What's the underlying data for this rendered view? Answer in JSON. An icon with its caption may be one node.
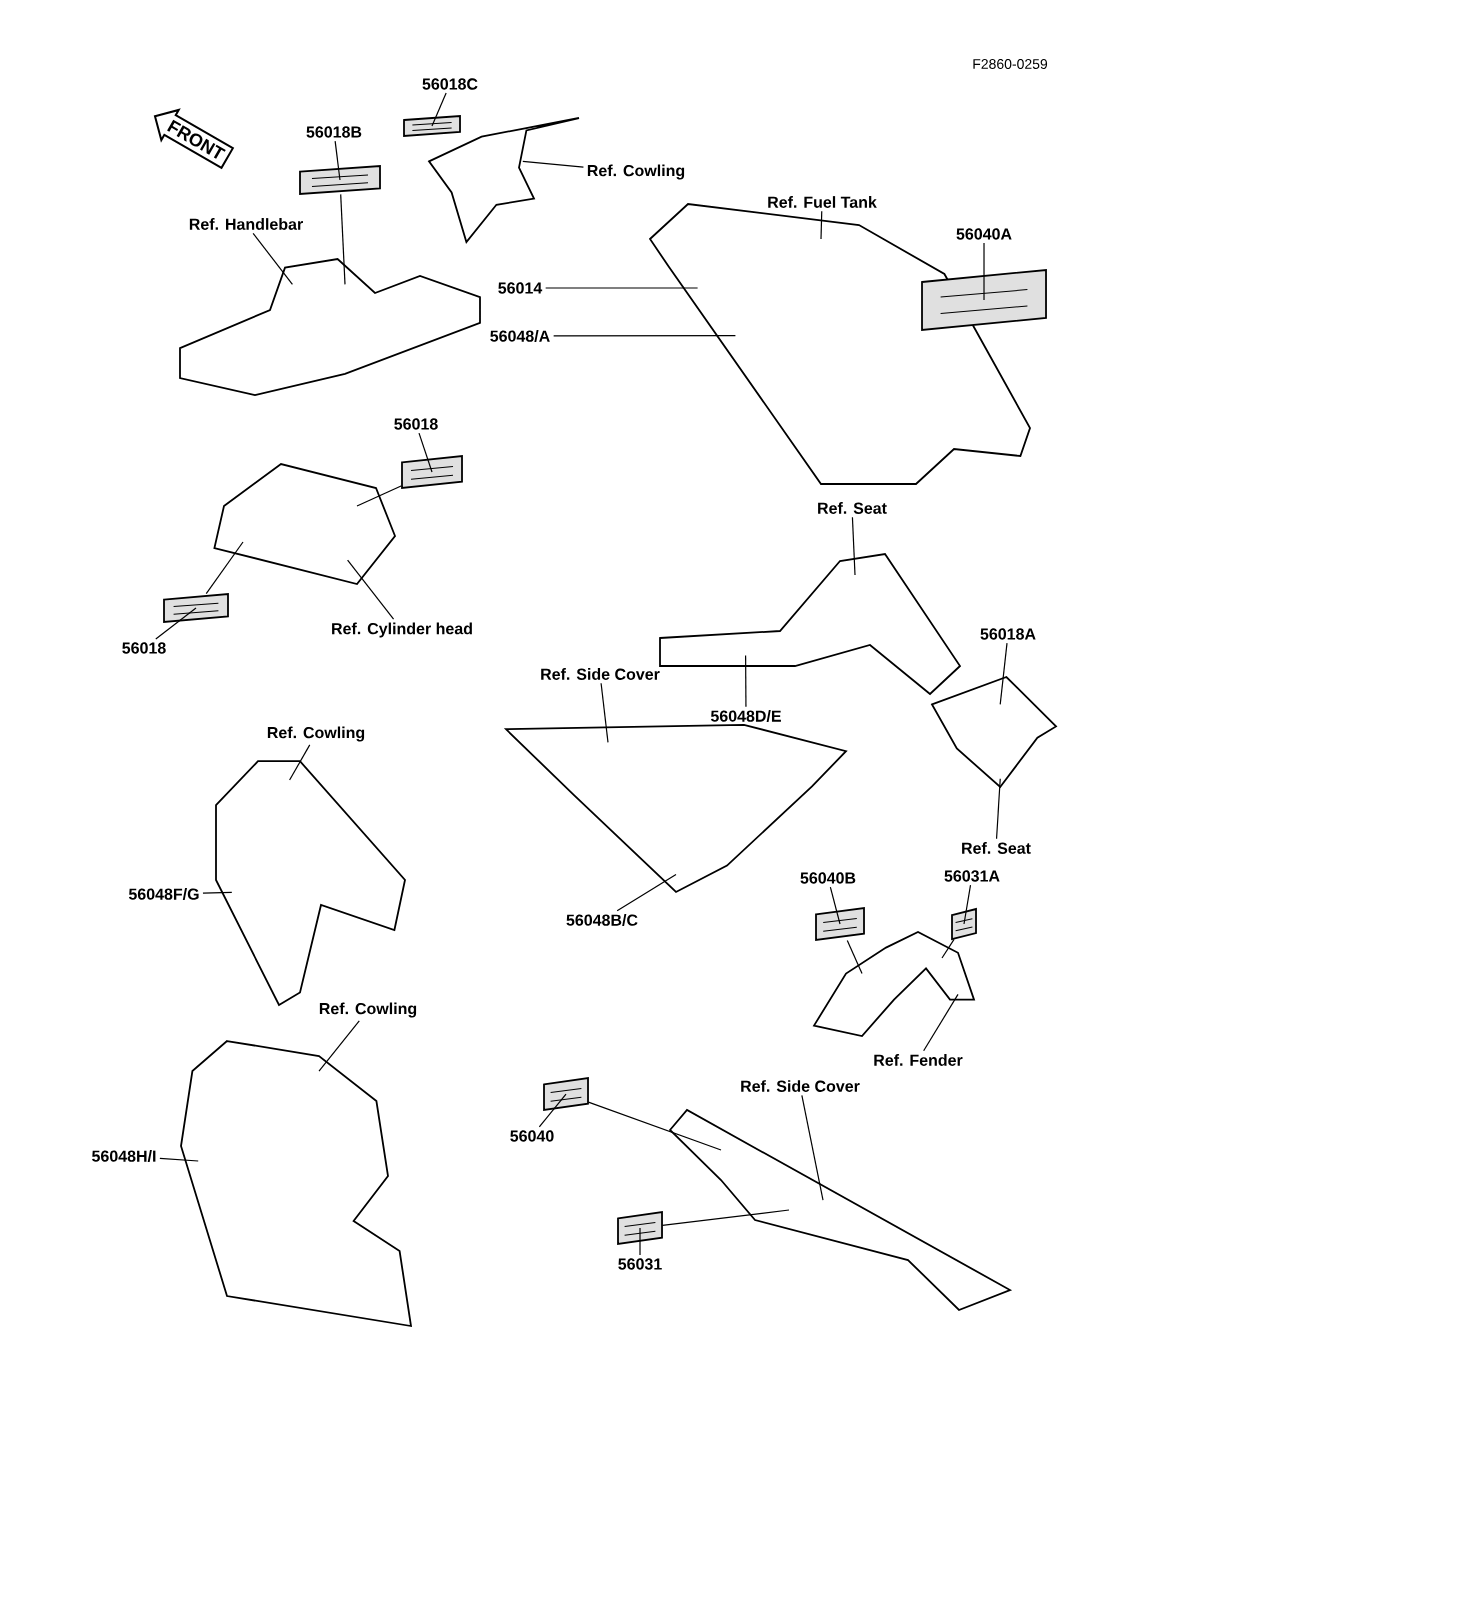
{
  "diagram": {
    "nodes": [
      {
        "text": [
          "FRONT"
        ]
      },
      {
        "text": [
          "56018C"
        ]
      },
      {
        "text": [
          "56018B"
        ]
      },
      {
        "text": [
          "Ref. Cowling"
        ]
      },
      {
        "text": [
          "Ref. Handlebar"
        ]
      },
      {
        "text": [
          "56014"
        ]
      },
      {
        "text": [
          "56048/A"
        ]
      },
      {
        "text": [
          "Ref. Fuel Tank"
        ]
      },
      {
        "text": [
          "56040A"
        ]
      },
      {
        "text": [
          "56018"
        ]
      },
      {
        "text": [
          "56018"
        ]
      },
      {
        "text": [
          "Ref. Cylinder head"
        ]
      },
      {
        "text": [
          "Ref. Seat"
        ]
      },
      {
        "text": [
          "56048D/E"
        ]
      },
      {
        "text": [
          "56018A"
        ]
      },
      {
        "text": [
          "Ref. Side Cover"
        ]
      },
      {
        "text": [
          "Ref. Cowling"
        ]
      },
      {
        "text": [
          "56048F/G"
        ]
      },
      {
        "text": [
          "56048B/C"
        ]
      },
      {
        "text": [
          "Ref. Seat"
        ]
      },
      {
        "text": [
          "56040B"
        ]
      },
      {
        "text": [
          "56031A"
        ]
      },
      {
        "text": [
          "Ref. Fender"
        ]
      },
      {
        "text": [
          "Ref. Cowling"
        ]
      },
      {
        "text": [
          "56048H/I"
        ]
      },
      {
        "text": [
          "Ref. Side Cover"
        ]
      },
      {
        "text": [
          "56040"
        ]
      },
      {
        "text": [
          "56031"
        ]
      },
      {
        "text": [],
        "shape": "picture"
      },
      {
        "text": [],
        "shape": "picture"
      },
      {
        "text": [],
        "shape": "picture"
      },
      {
        "text": [],
        "shape": "picture"
      },
      {
        "text": [],
        "shape": "picture"
      },
      {
        "text": [],
        "shape": "picture"
      },
      {
        "text": [],
        "shape": "picture"
      },
      {
        "text": [],
        "shape": "picture"
      },
      {
        "text": [],
        "shape": "picture"
      },
      {
        "text": [],
        "shape": "picture"
      },
      {
        "text": [],
        "shape": "picture"
      },
      {
        "text": [],
        "shape": "picture"
      },
      {
        "text": [],
        "shape": "picture"
      },
      {
        "text": [],
        "shape": "picture"
      },
      {
        "text": [],
        "shape": "picture"
      },
      {
        "text": [],
        "shape": "picture"
      },
      {
        "text": [],
        "shape": "picture"
      },
      {
        "text": [],
        "shape": "picture"
      },
      {
        "text": [],
        "shape": "picture"
      },
      {
        "text": [],
        "shape": "picture"
      }
    ],
    "edges": [
      {
        "from": 1,
        "to": 30,
        "arrow": "none"
      },
      {
        "from": 2,
        "to": 29,
        "arrow": "none"
      },
      {
        "from": 3,
        "to": 31,
        "arrow": "none"
      },
      {
        "from": 4,
        "to": 28,
        "arrow": "none"
      },
      {
        "from": 5,
        "to": 32,
        "arrow": "none"
      },
      {
        "from": 6,
        "to": 32,
        "arrow": "none"
      },
      {
        "from": 7,
        "to": 32,
        "arrow": "none"
      },
      {
        "from": 8,
        "to": 33,
        "arrow": "none"
      },
      {
        "from": 9,
        "to": 34,
        "arrow": "none"
      },
      {
        "from": 10,
        "to": 36,
        "arrow": "none"
      },
      {
        "from": 11,
        "to": 35,
        "arrow": "none"
      },
      {
        "from": 12,
        "to": 37,
        "arrow": "none"
      },
      {
        "from": 13,
        "to": 37,
        "arrow": "none"
      },
      {
        "from": 14,
        "to": 38,
        "arrow": "none"
      },
      {
        "from": 15,
        "to": 39,
        "arrow": "none"
      },
      {
        "from": 16,
        "to": 40,
        "arrow": "none"
      },
      {
        "from": 17,
        "to": 40,
        "arrow": "none"
      },
      {
        "from": 18,
        "to": 39,
        "arrow": "none"
      },
      {
        "from": 19,
        "to": 38,
        "arrow": "none"
      },
      {
        "from": 20,
        "to": 41,
        "arrow": "none"
      },
      {
        "from": 21,
        "to": 42,
        "arrow": "none"
      },
      {
        "from": 22,
        "to": 43,
        "arrow": "none"
      },
      {
        "from": 23,
        "to": 44,
        "arrow": "none"
      },
      {
        "from": 24,
        "to": 44,
        "arrow": "none"
      },
      {
        "from": 25,
        "to": 45,
        "arrow": "none"
      },
      {
        "from": 26,
        "to": 46,
        "arrow": "none"
      },
      {
        "from": 27,
        "to": 47,
        "arrow": "none"
      },
      {
        "from": 29,
        "to": 28,
        "arrow": "none"
      },
      {
        "from": 34,
        "to": 35,
        "arrow": "none"
      },
      {
        "from": 36,
        "to": 35,
        "arrow": "none"
      },
      {
        "from": 41,
        "to": 43,
        "arrow": "none"
      },
      {
        "from": 42,
        "to": 43,
        "arrow": "none"
      },
      {
        "from": 46,
        "to": 45,
        "arrow": "none"
      },
      {
        "from": 47,
        "to": 45,
        "arrow": "none"
      }
    ],
    "labels": [
      "F2860-0259"
    ]
  }
}
